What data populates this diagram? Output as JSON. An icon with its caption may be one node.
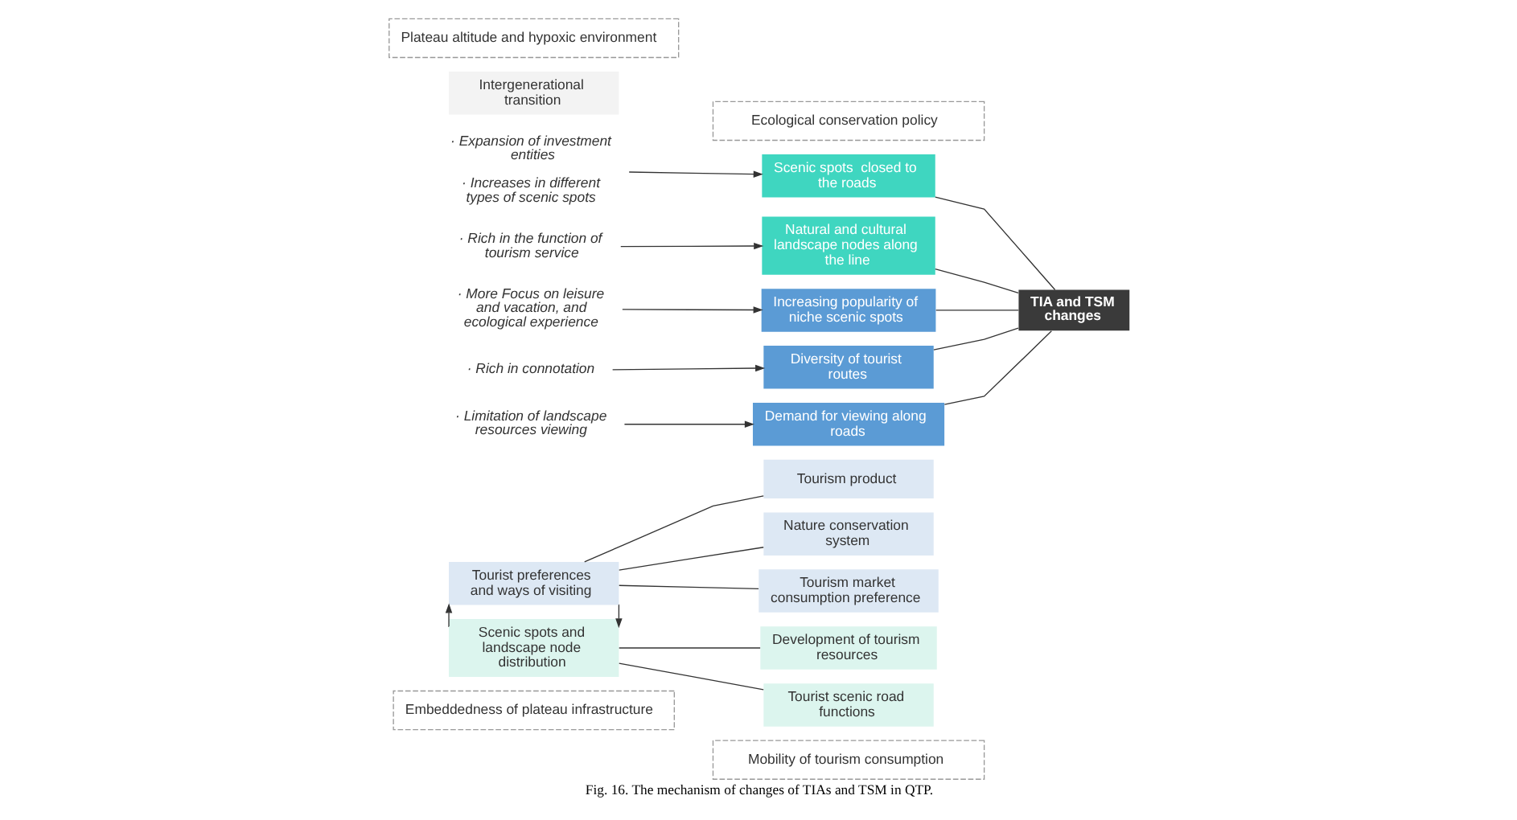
{
  "diagram": {
    "caption": "Fig. 16. The mechanism of changes of TIAs and TSM in QTP.",
    "nodes": [
      {
        "text": [
          "Embeddedness of plateau infrastructure"
        ]
      },
      {
        "text": [
          "Mobility of tourism consumption"
        ]
      },
      {
        "text": [
          "Scenic spots and landscape node distribution"
        ]
      },
      {
        "text": [
          "Development of tourism resources"
        ]
      },
      {
        "text": [
          "· Expansion of investment entities",
          "· Increases in different types of scenic spots"
        ]
      },
      {
        "text": [
          "Scenic spots  closed to the roads"
        ]
      },
      {
        "text": [
          "Tourist scenic road functions"
        ]
      },
      {
        "text": [
          "· Rich in the function of tourism service"
        ]
      },
      {
        "text": [
          "Natural and cultural landscape nodes along the line"
        ]
      },
      {
        "text": [
          "Intergenerational transition"
        ]
      },
      {
        "text": [
          "Tourism market consumption preference"
        ]
      },
      {
        "text": [
          "· More Focus on leisure and vacation, and ecological experience"
        ]
      },
      {
        "text": [
          "Increasing popularity of niche scenic spots"
        ]
      },
      {
        "text": [
          "TIA and TSM changes"
        ]
      },
      {
        "text": [
          "Tourist preferences and ways of visiting"
        ]
      },
      {
        "text": [
          "Tourism product"
        ]
      },
      {
        "text": [
          "· Rich in connotation"
        ]
      },
      {
        "text": [
          "Diversity of tourist routes"
        ]
      },
      {
        "text": [
          "Nature conservation system"
        ]
      },
      {
        "text": [
          "· Limitation of landscape resources viewing"
        ]
      },
      {
        "text": [
          "Demand for viewing along roads"
        ]
      },
      {
        "text": [
          "Plateau altitude and hypoxic environment"
        ]
      },
      {
        "text": [
          "Ecological conservation policy"
        ]
      }
    ],
    "edges": [
      {
        "from": 14,
        "to": 2,
        "arrow": "to"
      },
      {
        "from": 2,
        "to": 14,
        "arrow": "to"
      },
      {
        "from": 2,
        "to": 3,
        "arrow": "none"
      },
      {
        "from": 2,
        "to": 6,
        "arrow": "none"
      },
      {
        "from": 14,
        "to": 10,
        "arrow": "none"
      },
      {
        "from": 14,
        "to": 15,
        "arrow": "none"
      },
      {
        "from": 14,
        "to": 18,
        "arrow": "none"
      },
      {
        "from": 4,
        "to": 5,
        "arrow": "to"
      },
      {
        "from": 7,
        "to": 8,
        "arrow": "to"
      },
      {
        "from": 11,
        "to": 12,
        "arrow": "to"
      },
      {
        "from": 16,
        "to": 17,
        "arrow": "to"
      },
      {
        "from": 19,
        "to": 20,
        "arrow": "to"
      },
      {
        "from": 5,
        "to": 13,
        "arrow": "none"
      },
      {
        "from": 8,
        "to": 13,
        "arrow": "none"
      },
      {
        "from": 12,
        "to": 13,
        "arrow": "none"
      },
      {
        "from": 17,
        "to": 13,
        "arrow": "none"
      },
      {
        "from": 20,
        "to": 13,
        "arrow": "none"
      }
    ]
  }
}
